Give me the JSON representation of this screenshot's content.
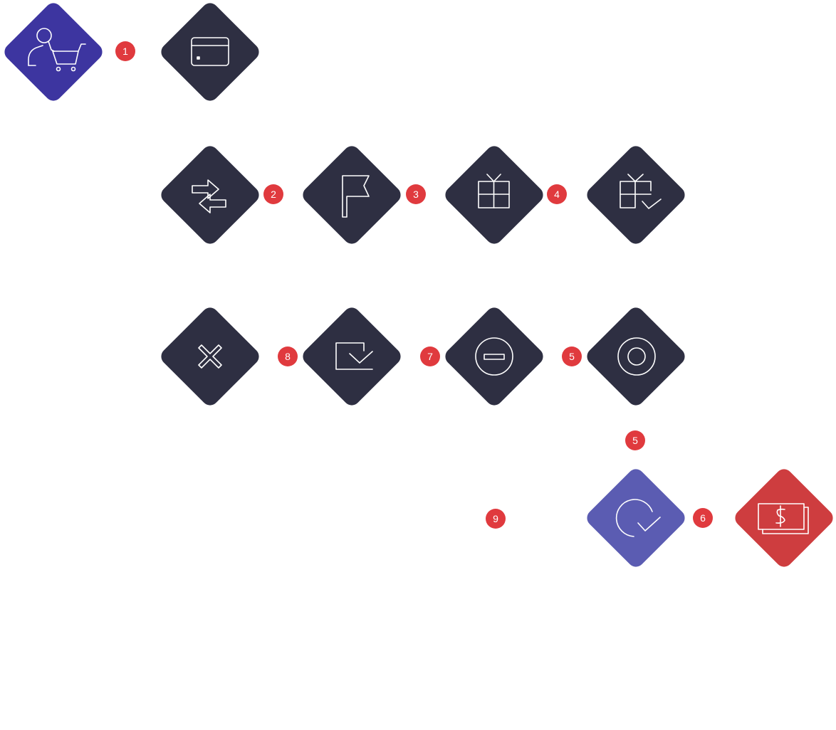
{
  "colors": {
    "background": "#ffffff",
    "node_primary": "#3d35a0",
    "node_dark": "#2e2f42",
    "node_accent": "#5b5cb2",
    "node_alert": "#ce3d3f",
    "badge": "#e03a3e"
  },
  "nodes": [
    {
      "id": "cart",
      "icon": "user-cart-icon",
      "color": "#3d35a0"
    },
    {
      "id": "card",
      "icon": "credit-card-icon",
      "color": "#2e2f42"
    },
    {
      "id": "exchange",
      "icon": "exchange-arrows-icon",
      "color": "#2e2f42"
    },
    {
      "id": "flag",
      "icon": "flag-icon",
      "color": "#2e2f42"
    },
    {
      "id": "gift",
      "icon": "gift-icon",
      "color": "#2e2f42"
    },
    {
      "id": "gift-check",
      "icon": "gift-check-icon",
      "color": "#2e2f42"
    },
    {
      "id": "close",
      "icon": "close-icon",
      "color": "#2e2f42"
    },
    {
      "id": "check-box",
      "icon": "check-box-icon",
      "color": "#2e2f42"
    },
    {
      "id": "minus",
      "icon": "minus-circle-icon",
      "color": "#2e2f42"
    },
    {
      "id": "target",
      "icon": "target-circle-icon",
      "color": "#2e2f42"
    },
    {
      "id": "refresh",
      "icon": "refresh-check-icon",
      "color": "#5b5cb2"
    },
    {
      "id": "money",
      "icon": "money-bills-icon",
      "color": "#ce3d3f"
    }
  ],
  "badges": {
    "b1": "1",
    "b2": "2",
    "b3": "3",
    "b4": "4",
    "b8": "8",
    "b7": "7",
    "b5a": "5",
    "b5b": "5",
    "b9": "9",
    "b6": "6"
  }
}
